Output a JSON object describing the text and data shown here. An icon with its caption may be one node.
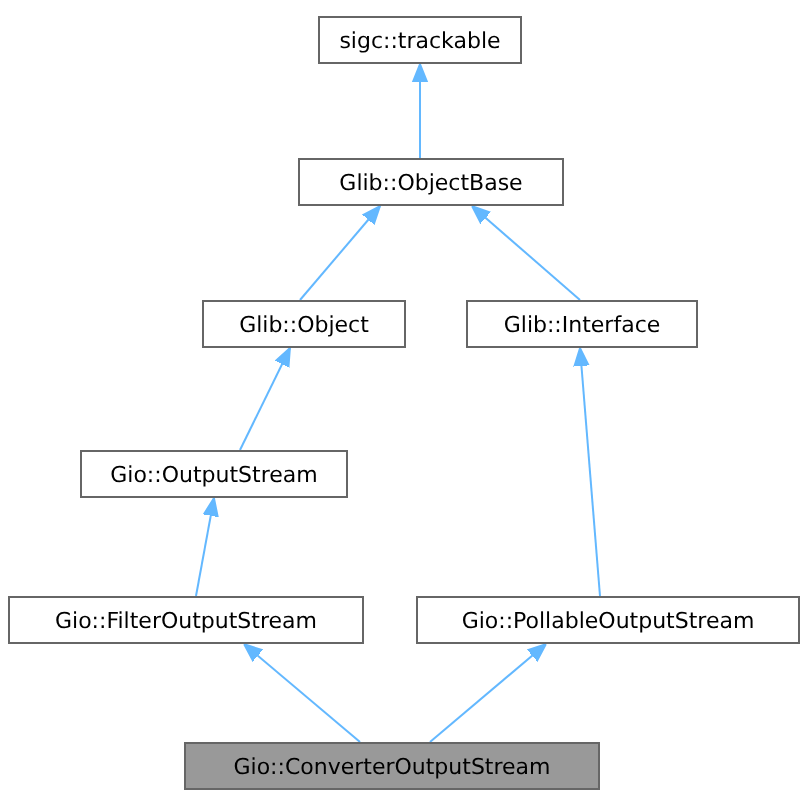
{
  "diagram": {
    "nodes": [
      {
        "text": [
          "sigc::trackable"
        ]
      },
      {
        "text": [
          "Glib::ObjectBase"
        ]
      },
      {
        "text": [
          "Glib::Object"
        ]
      },
      {
        "text": [
          "Glib::Interface"
        ]
      },
      {
        "text": [
          "Gio::OutputStream"
        ]
      },
      {
        "text": [
          "Gio::FilterOutputStream"
        ]
      },
      {
        "text": [
          "Gio::PollableOutputStream"
        ]
      },
      {
        "text": [
          "Gio::ConverterOutputStream"
        ]
      }
    ],
    "edges": [
      {
        "from": 1,
        "to": 0,
        "arrow": "to"
      },
      {
        "from": 2,
        "to": 1,
        "arrow": "to"
      },
      {
        "from": 3,
        "to": 1,
        "arrow": "to"
      },
      {
        "from": 4,
        "to": 2,
        "arrow": "to"
      },
      {
        "from": 5,
        "to": 4,
        "arrow": "to"
      },
      {
        "from": 6,
        "to": 3,
        "arrow": "to"
      },
      {
        "from": 7,
        "to": 5,
        "arrow": "to"
      },
      {
        "from": 7,
        "to": 6,
        "arrow": "to"
      }
    ]
  }
}
